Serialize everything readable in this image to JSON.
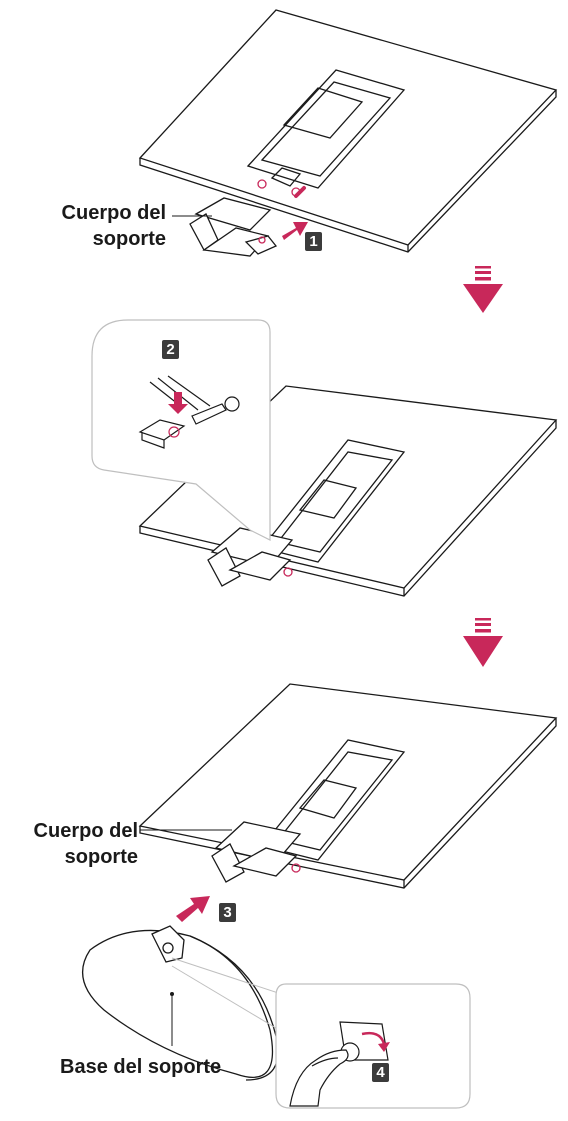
{
  "labels": {
    "stand_body_1": "Cuerpo del\nsoporte",
    "stand_body_2": "Cuerpo del\nsoporte",
    "stand_base": "Base del soporte"
  },
  "steps": [
    "1",
    "2",
    "3",
    "4"
  ],
  "colors": {
    "accent": "#c8285a",
    "line": "#1a1a1a",
    "step_bg": "#3b3b3b"
  }
}
